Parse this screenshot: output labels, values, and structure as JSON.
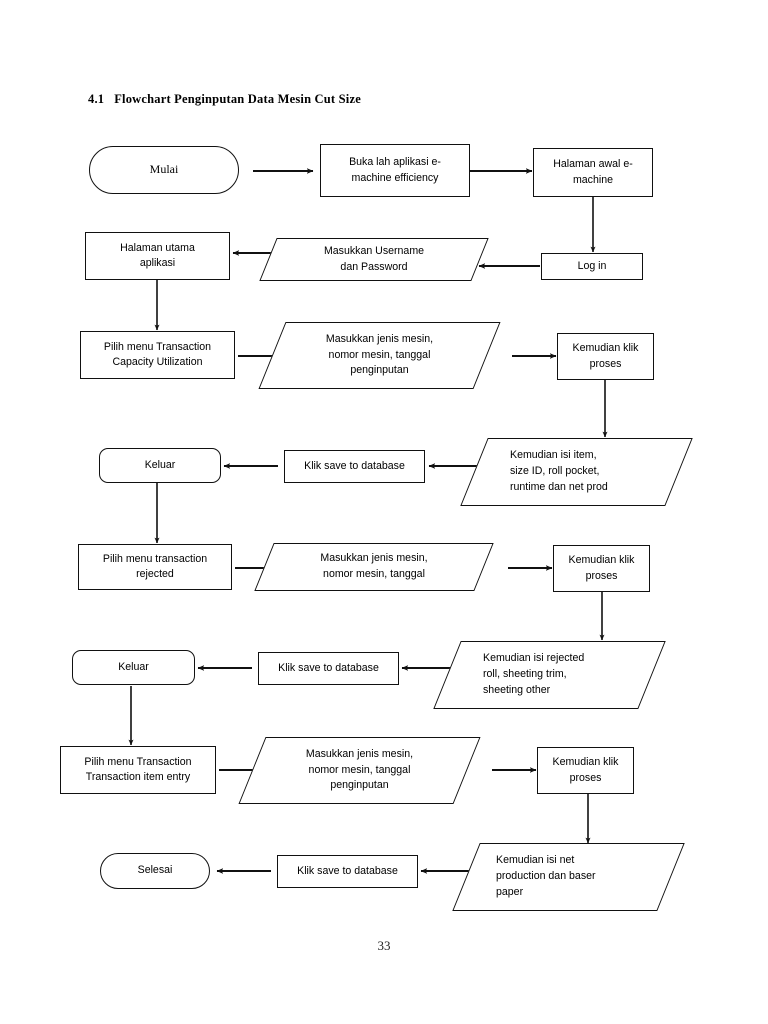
{
  "document": {
    "heading": "4.1   Flowchart Penginputan Data Mesin Cut Size",
    "page_number": "33"
  },
  "flowchart": {
    "title": "Flowchart Penginputan Data Mesin Cut Size",
    "nodes": [
      {
        "id": "mulai",
        "label": "Mulai",
        "shape": "stadium"
      },
      {
        "id": "buka",
        "label": "Buka lah aplikasi e-\nmachine efficiency",
        "shape": "rectangle"
      },
      {
        "id": "halaman-awal",
        "label": "Halaman awal e-\nmachine",
        "shape": "rectangle"
      },
      {
        "id": "login",
        "label": "Log in",
        "shape": "rectangle"
      },
      {
        "id": "username",
        "label": "Masukkan Username\ndan Password",
        "shape": "parallelogram"
      },
      {
        "id": "halaman-utama",
        "label": "Halaman utama\naplikasi",
        "shape": "rectangle"
      },
      {
        "id": "menu-capacity",
        "label": "Pilih menu Transaction\nCapacity Utilization",
        "shape": "rectangle"
      },
      {
        "id": "input-mesin-1",
        "label": "Masukkan jenis mesin,\nnomor mesin, tanggal\npenginputan",
        "shape": "parallelogram"
      },
      {
        "id": "klik-proses-1",
        "label": "Kemudian klik\nproses",
        "shape": "rectangle"
      },
      {
        "id": "isi-item",
        "label": "Kemudian isi item,\nsize ID, roll pocket,\nruntime dan net prod",
        "shape": "parallelogram"
      },
      {
        "id": "save-1",
        "label": "Klik save to database",
        "shape": "rectangle"
      },
      {
        "id": "keluar-1",
        "label": "Keluar",
        "shape": "rounded"
      },
      {
        "id": "menu-rejected",
        "label": "Pilih menu transaction\nrejected",
        "shape": "rectangle"
      },
      {
        "id": "input-mesin-2",
        "label": "Masukkan jenis mesin,\nnomor mesin, tanggal",
        "shape": "parallelogram"
      },
      {
        "id": "klik-proses-2",
        "label": "Kemudian klik\nproses",
        "shape": "rectangle"
      },
      {
        "id": "isi-rejected",
        "label": "Kemudian isi rejected\nroll, sheeting trim,\nsheeting other",
        "shape": "parallelogram"
      },
      {
        "id": "save-2",
        "label": "Klik save to database",
        "shape": "rectangle"
      },
      {
        "id": "keluar-2",
        "label": "Keluar",
        "shape": "rounded"
      },
      {
        "id": "menu-item",
        "label": "Pilih menu Transaction\nTransaction item entry",
        "shape": "rectangle"
      },
      {
        "id": "input-mesin-3",
        "label": "Masukkan jenis mesin,\nnomor mesin, tanggal\npenginputan",
        "shape": "parallelogram"
      },
      {
        "id": "klik-proses-3",
        "label": "Kemudian klik\nproses",
        "shape": "rectangle"
      },
      {
        "id": "isi-net",
        "label": "Kemudian isi net\nproduction dan baser\npaper",
        "shape": "parallelogram"
      },
      {
        "id": "save-3",
        "label": "Klik save to database",
        "shape": "rectangle"
      },
      {
        "id": "selesai",
        "label": "Selesai",
        "shape": "stadium"
      }
    ]
  },
  "colors": {
    "stroke": "#111111",
    "background": "#ffffff",
    "text": "#000000"
  }
}
